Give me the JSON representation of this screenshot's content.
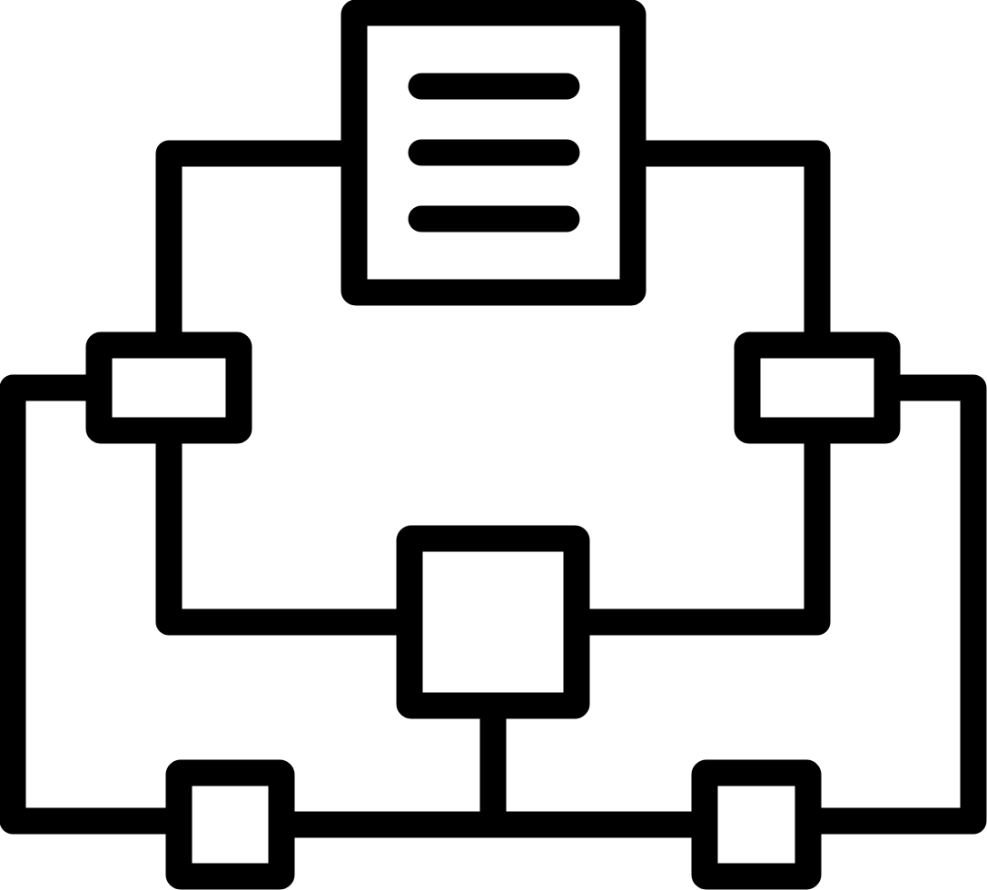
{
  "icon": {
    "name": "workflow-diagram-icon",
    "style": "outline",
    "stroke_color": "#000000",
    "background_color": "#ffffff"
  },
  "nodes": [
    {
      "id": "document",
      "shape": "document",
      "text_lines": 3
    },
    {
      "id": "left-connector",
      "shape": "rectangle"
    },
    {
      "id": "right-connector",
      "shape": "rectangle"
    },
    {
      "id": "center-node",
      "shape": "square"
    },
    {
      "id": "bottom-left-node",
      "shape": "square"
    },
    {
      "id": "bottom-right-node",
      "shape": "square"
    }
  ],
  "connections": [
    {
      "from": "document",
      "to": "left-connector"
    },
    {
      "from": "document",
      "to": "right-connector"
    },
    {
      "from": "left-connector",
      "to": "center-node"
    },
    {
      "from": "right-connector",
      "to": "center-node"
    },
    {
      "from": "left-connector",
      "to": "bottom-left-node"
    },
    {
      "from": "right-connector",
      "to": "bottom-right-node"
    },
    {
      "from": "center-node",
      "to": "bottom-bus"
    },
    {
      "from": "bottom-left-node",
      "to": "bottom-right-node"
    }
  ]
}
